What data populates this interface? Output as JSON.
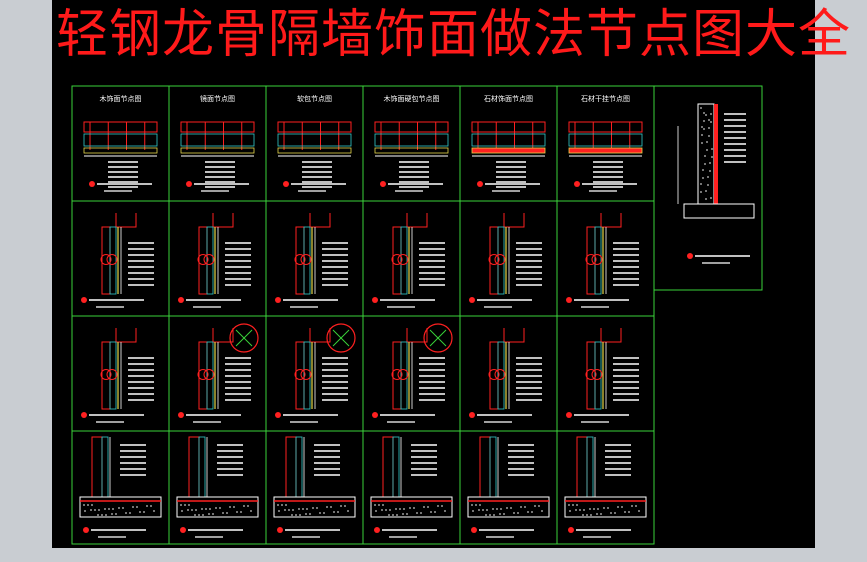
{
  "title": "轻钢龙骨隔墙饰面做法节点图大全",
  "colors": {
    "background": "#000000",
    "frame": "#3ad23a",
    "title": "#ff1a1a",
    "annotation": "#ffffff",
    "section_red": "#ff2020",
    "hatch_cyan": "#33cccc",
    "hatch_yellow": "#e6d84a",
    "concrete": "#c8c8c8"
  },
  "row1_headers": [
    "木饰面节点图",
    "镜面节点图",
    "软包节点图",
    "木饰面硬包节点图",
    "石材饰面节点图",
    "石材干挂节点图"
  ]
}
